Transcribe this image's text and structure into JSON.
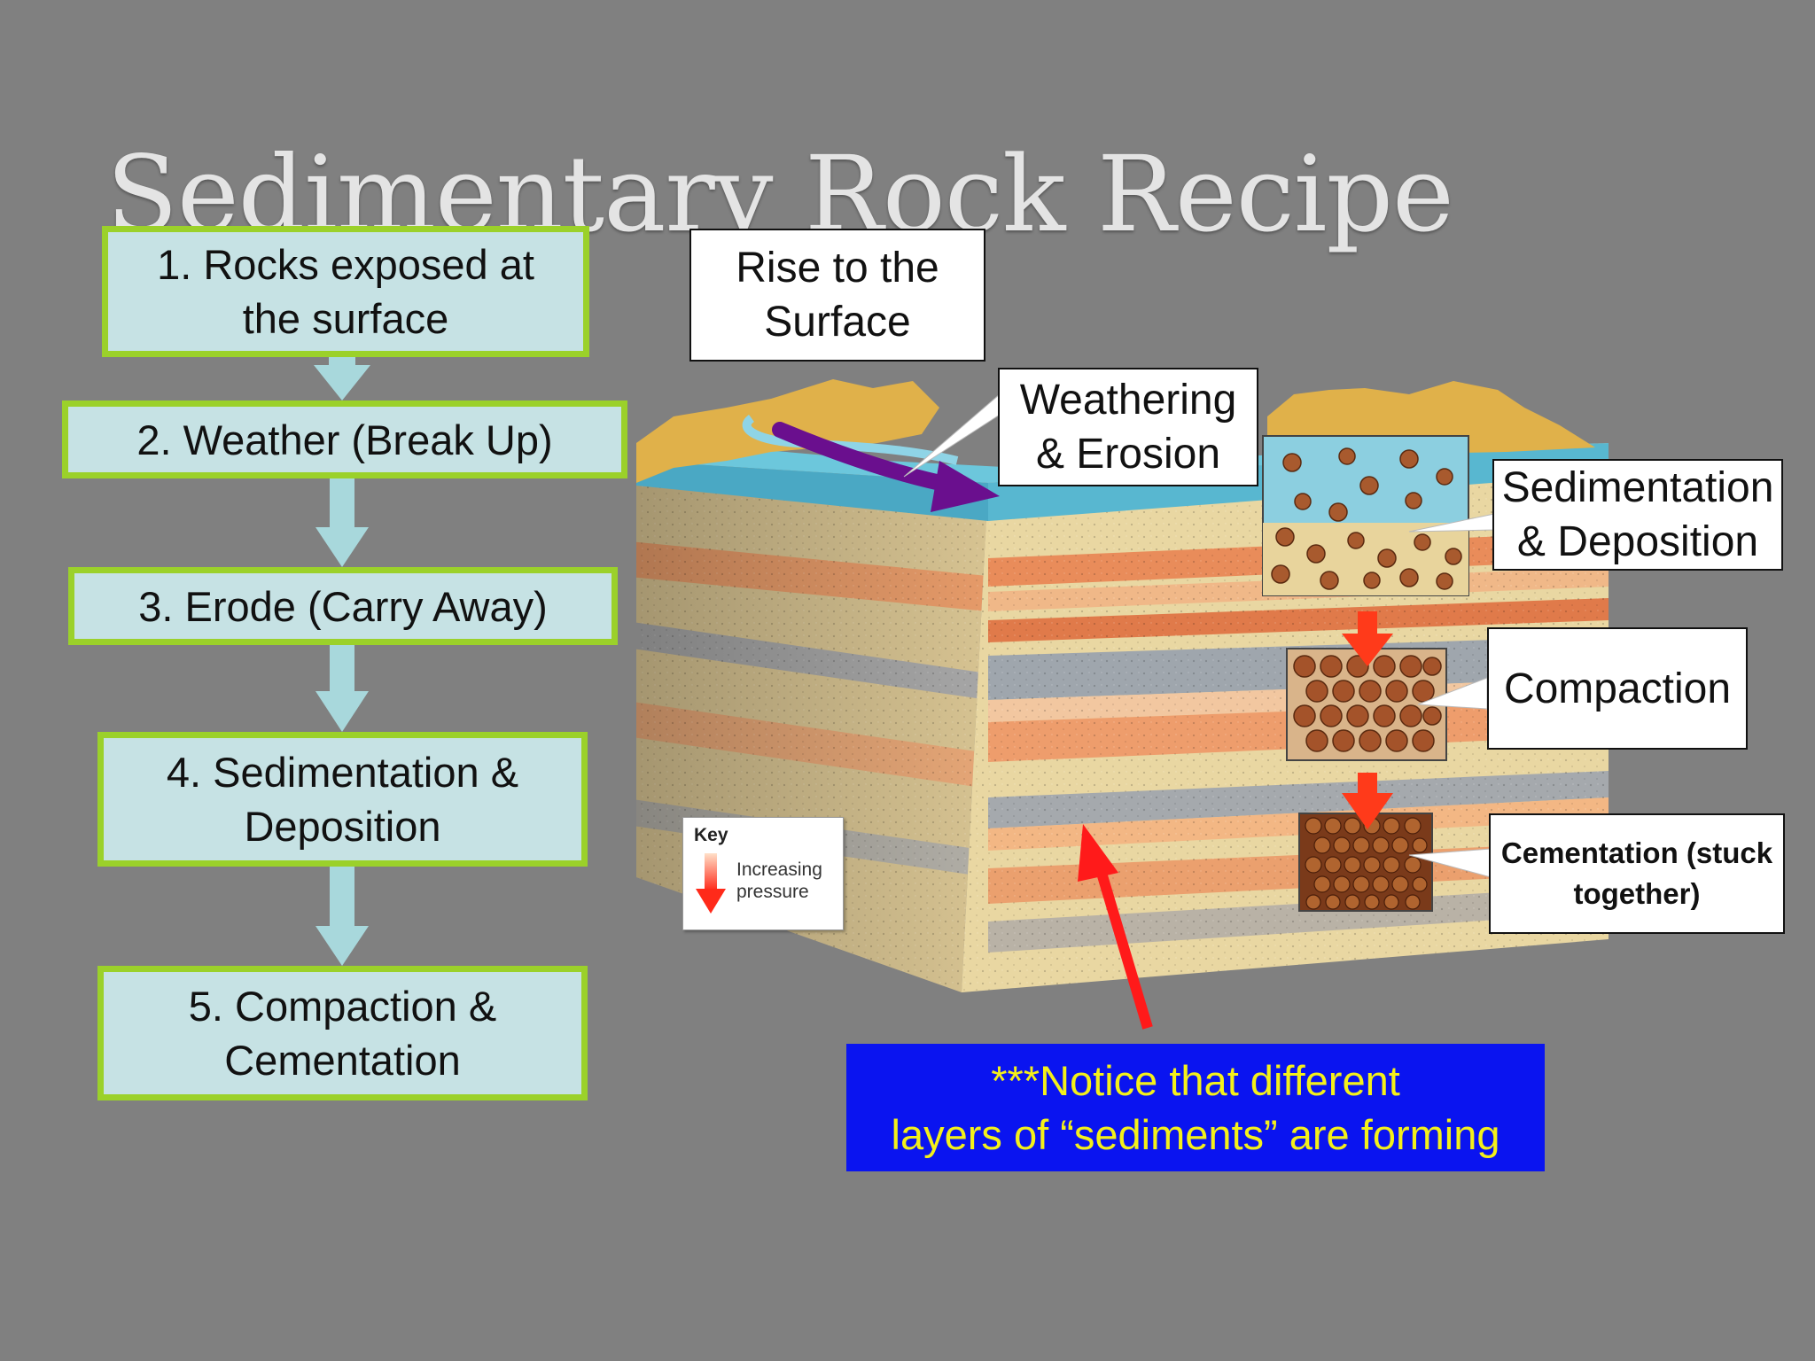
{
  "title": "Sedimentary Rock Recipe",
  "steps": [
    {
      "text": "1. Rocks exposed at\nthe surface"
    },
    {
      "text": "2.  Weather (Break Up)"
    },
    {
      "text": "3.  Erode (Carry Away)"
    },
    {
      "text": "4.  Sedimentation &\nDeposition"
    },
    {
      "text": "5. Compaction &\nCementation"
    }
  ],
  "diagram_labels": {
    "rise": "Rise to the\nSurface",
    "weathering": "Weathering\n& Erosion",
    "sedimentation": "Sedimentation\n& Deposition",
    "compaction": "Compaction",
    "cementation": "Cementation (stuck\ntogether)"
  },
  "key": {
    "title": "Key",
    "text": "Increasing\npressure"
  },
  "notice": "***Notice that different\nlayers of “sediments” are forming",
  "colors": {
    "background": "#808080",
    "step_fill": "#c6e2e4",
    "step_border": "#9bd12a",
    "connector": "#a8d8dc",
    "notice_fill": "#0a14f0",
    "notice_text": "#f4f01a",
    "water": "#6cc7dc",
    "purple_arrow": "#6a0f8e",
    "red_arrow": "#ff1a1a"
  }
}
